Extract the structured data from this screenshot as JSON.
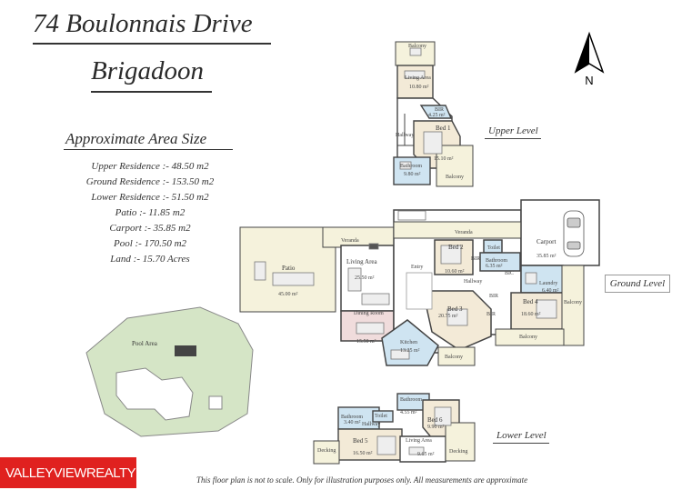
{
  "header": {
    "address": "74 Boulonnais Drive",
    "suburb": "Brigadoon"
  },
  "areas": {
    "heading": "Approximate Area Size",
    "items": [
      "Upper Residence :- 48.50 m2",
      "Ground Residence :- 153.50 m2",
      "Lower Residence :- 51.50 m2",
      "Patio :- 11.85 m2",
      "Carport :- 35.85 m2",
      "Pool :- 170.50 m2",
      "Land :- 15.70 Acres"
    ]
  },
  "compass": {
    "label": "N"
  },
  "levels": {
    "upper": "Upper Level",
    "ground": "Ground Level",
    "lower": "Lower Level"
  },
  "rooms": {
    "balcony_top": "Balcony",
    "living_upper": "Living Area",
    "living_upper_area": "10.80 m²",
    "bir_upper": "BIR",
    "bir_upper_area": "4.25 m²",
    "hallway_upper": "Hallway",
    "bed1": "Bed 1",
    "bed1_area": "15.10 m²",
    "bathroom_upper": "Bathroom",
    "bathroom_upper_area": "9.80 m²",
    "balcony_upper": "Balcony",
    "veranda_top": "Veranda",
    "veranda_left": "Veranda",
    "living_ground": "Living Area",
    "living_ground_area": "25.50 m²",
    "patio": "Patio",
    "patio_area": "45.00 m²",
    "dining": "Dining Room",
    "dining_area": "15.50 m²",
    "entry": "Entry",
    "bed2": "Bed 2",
    "bed2_area": "10.60 m²",
    "bir_bed2": "BIR",
    "toilet_ground": "Toilet",
    "bathroom_ground": "Bathroom",
    "bathroom_ground_area": "6.35 m²",
    "hallway_ground": "Hallway",
    "bic": "BIC",
    "carport": "Carport",
    "carport_area": "35.85 m²",
    "laundry": "Laundry",
    "laundry_area": "6.40 m²",
    "bed3": "Bed 3",
    "bed3_area": "20.75 m²",
    "bir_bed3a": "BIR",
    "bir_bed3b": "BIR",
    "bed4": "Bed 4",
    "bed4_area": "18.60 m²",
    "balcony_right": "Balcony",
    "balcony_ground": "Balcony",
    "balcony_kitchen": "Balcony",
    "kitchen": "Kitchen",
    "kitchen_area": "13.25 m²",
    "pool_area": "Pool Area",
    "bathroom_lower_a": "Bathroom",
    "bathroom_lower_a_area": "3.40 m²",
    "toilet_lower": "Toilet",
    "bathroom_lower_b": "Bathroom",
    "bathroom_lower_b_area": "4.55 m²",
    "hallway_lower": "Hallway",
    "bed5": "Bed 5",
    "bed5_area": "16.50 m²",
    "bed6": "Bed 6",
    "bed6_area": "9.90 m²",
    "living_lower": "Living Area",
    "living_lower_area": "9.65 m²",
    "decking_left": "Decking",
    "decking_right": "Decking"
  },
  "footer": {
    "brand": "VALLEYVIEWREALTY",
    "disclaimer": "This floor plan is not to scale. Only for illustration purposes only. All measurements are approximate"
  },
  "colors": {
    "bedroom": "#f3ead7",
    "wet_area": "#cfe4f1",
    "outdoor": "#f5f2dc",
    "pool_lawn": "#d5e5c6",
    "dining": "#f0dcdc",
    "brand": "#e0211f"
  }
}
